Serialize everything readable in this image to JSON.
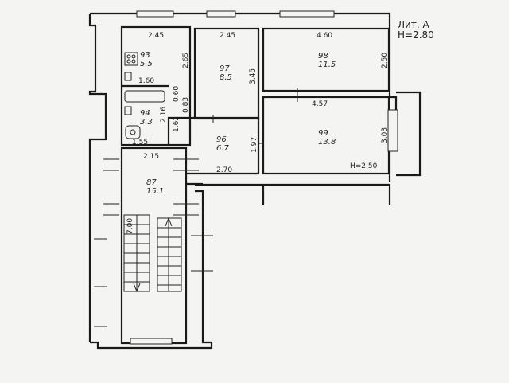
{
  "header": {
    "liter": "Лит. А",
    "height": "Н=2.80"
  },
  "rooms": [
    {
      "id": "93",
      "area": "5.5"
    },
    {
      "id": "94",
      "area": "3.3"
    },
    {
      "id": "96",
      "area": "6.7"
    },
    {
      "id": "97",
      "area": "8.5"
    },
    {
      "id": "98",
      "area": "11.5"
    },
    {
      "id": "99",
      "area": "13.8"
    },
    {
      "id": "87",
      "area": "15.1"
    }
  ],
  "dimensions": {
    "d93_top": "2.45",
    "d93_side": "2.65",
    "d93_bottom": "1.60",
    "d93_part": "0.60",
    "d94_a": "0.83",
    "d94_b": "2.16",
    "d94_bottom": "1.55",
    "d96_a": "1.62",
    "d96_b": "1.97",
    "d96_bottom": "2.70",
    "d97_top": "2.45",
    "d97_side": "3.45",
    "d98_top": "4.60",
    "d98_side": "2.50",
    "d99_top": "4.57",
    "d99_side": "3.03",
    "d99_height": "Н=2.50",
    "d87_top": "2.15",
    "d87_side": "7.00"
  }
}
